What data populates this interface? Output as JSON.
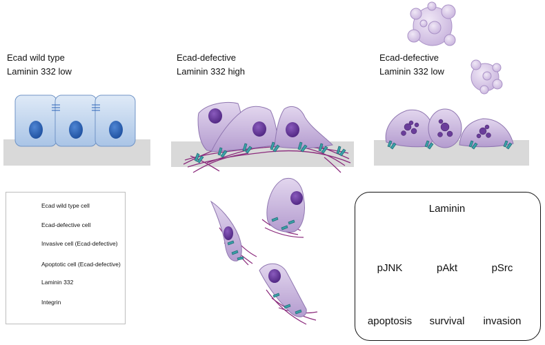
{
  "panels": [
    {
      "line1": "Ecad wild type",
      "line2": "Laminin 332 low"
    },
    {
      "line1": "Ecad-defective",
      "line2": "Laminin 332 high"
    },
    {
      "line1": "Ecad-defective",
      "line2": "Laminin 332 low"
    }
  ],
  "legend": {
    "items": [
      {
        "label": "Ecad wild type cell",
        "icon": "wild-type-cell-icon"
      },
      {
        "label": "Ecad-defective cell",
        "icon": "defective-cell-icon"
      },
      {
        "label": "Invasive cell (Ecad-defective)",
        "icon": "invasive-cell-icon"
      },
      {
        "label": "Apoptotic cell (Ecad-defective)",
        "icon": "apoptotic-cell-icon"
      },
      {
        "label": "Laminin 332",
        "icon": "laminin-fiber-icon"
      },
      {
        "label": "Integrin",
        "icon": "integrin-icon"
      }
    ]
  },
  "pathway": {
    "root": "Laminin",
    "mediators": [
      "pJNK",
      "pAkt",
      "pSrc"
    ],
    "outcomes": [
      "apoptosis",
      "survival",
      "invasion"
    ]
  },
  "colors": {
    "wildtype_fill": "#bcd3ee",
    "wildtype_nucleus": "#2a63b8",
    "defective_fill": "#c7b4dc",
    "defective_nucleus": "#6a3d9a",
    "laminin": "#8b2a7c",
    "integrin": "#3aa0a8",
    "substrate": "#d9d9d9"
  }
}
